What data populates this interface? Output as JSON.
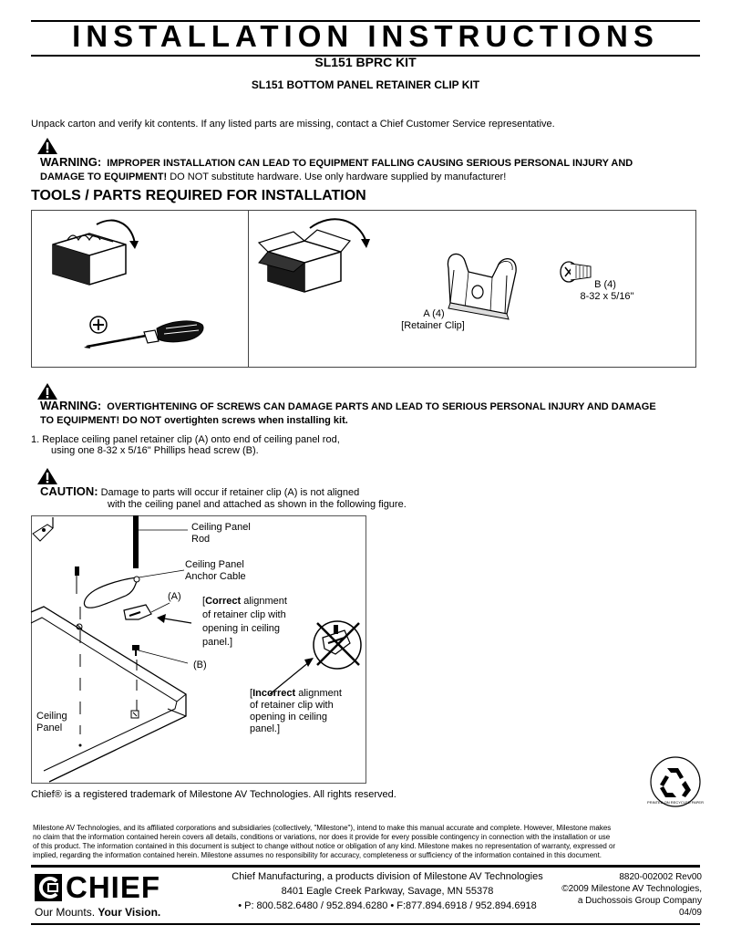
{
  "header": {
    "title": "INSTALLATION INSTRUCTIONS",
    "kit": "SL151 BPRC KIT",
    "kit_name": "SL151 BOTTOM PANEL RETAINER CLIP KIT"
  },
  "intro": "Unpack carton and verify kit contents. If any listed parts are missing, contact a Chief Customer Service representative.",
  "warning1": {
    "label": "WARNING:",
    "caps": "IMPROPER INSTALLATION CAN LEAD TO EQUIPMENT FALLING CAUSING SERIOUS PERSONAL INJURY AND",
    "caps2": "DAMAGE TO EQUIPMENT!",
    "rest": " DO NOT substitute hardware. Use only hardware supplied by manufacturer!"
  },
  "tools_heading": "TOOLS / PARTS REQUIRED FOR INSTALLATION",
  "parts": {
    "a_line1": "A (4)",
    "a_line2": "[Retainer Clip]",
    "b_line1": "B (4)",
    "b_line2": "8-32 x 5/16\""
  },
  "warning2": {
    "label": "WARNING:",
    "line1": "OVERTIGHTENING OF SCREWS CAN DAMAGE PARTS AND LEAD TO SERIOUS PERSONAL INJURY AND DAMAGE",
    "line2": "TO EQUIPMENT! DO NOT overtighten screws when installing kit."
  },
  "step1": {
    "line1": "1. Replace ceiling panel retainer clip (A) onto end of ceiling panel rod,",
    "line2": "using one 8-32 x 5/16\" Phillips head screw (B)."
  },
  "caution": {
    "label": "CAUTION:",
    "line1": " Damage to parts will occur if retainer clip (A) is not aligned",
    "line2": "with the ceiling panel and attached as shown in the following figure."
  },
  "figure": {
    "rod_1": "Ceiling Panel",
    "rod_2": "Rod",
    "cable_1": "Ceiling Panel",
    "cable_2": "Anchor Cable",
    "a": "(A)",
    "correct_bold": "Correct",
    "correct_1": " alignment",
    "correct_2": "of retainer clip with",
    "correct_3": "opening in ceiling",
    "correct_4": "panel.]",
    "b": "(B)",
    "incorrect_bold": "Incorrect",
    "incorrect_1": " alignment",
    "incorrect_2": "of retainer clip with",
    "incorrect_3": "opening in ceiling",
    "incorrect_4": "panel.]",
    "panel_1": "Ceiling",
    "panel_2": "Panel"
  },
  "trademark": "Chief® is a registered trademark of Milestone AV Technologies. All rights reserved.",
  "recycle_text": "PRINTED ON RECYCLED PAPER",
  "disclaimer": [
    "Milestone AV Technologies, and its affiliated corporations and subsidiaries (collectively, \"Milestone\"), intend to make this manual accurate and complete. However, Milestone makes",
    "no claim that the information contained herein covers all details, conditions or variations, nor does it provide for every possible contingency in connection with the installation or use",
    "of this product. The information contained in this document is subject to change without notice or obligation of any kind. Milestone makes no representation of warranty, expressed or",
    "implied, regarding the information contained herein. Milestone assumes no responsibility for accuracy, completeness or sufficiency of the information contained in this document."
  ],
  "footer": {
    "logo": "CHIEF",
    "tagline_1": "Our Mounts. ",
    "tagline_2": "Your Vision.",
    "company": "Chief Manufacturing, a products division of Milestone AV Technologies",
    "address": "8401 Eagle Creek Parkway, Savage, MN 55378",
    "phone": "• P: 800.582.6480 / 952.894.6280   • F:877.894.6918 / 952.894.6918",
    "doc_no": "8820-002002 Rev00",
    "copyright": "©2009 Milestone AV Technologies,",
    "group": "a Duchossois Group Company",
    "date": "04/09"
  }
}
